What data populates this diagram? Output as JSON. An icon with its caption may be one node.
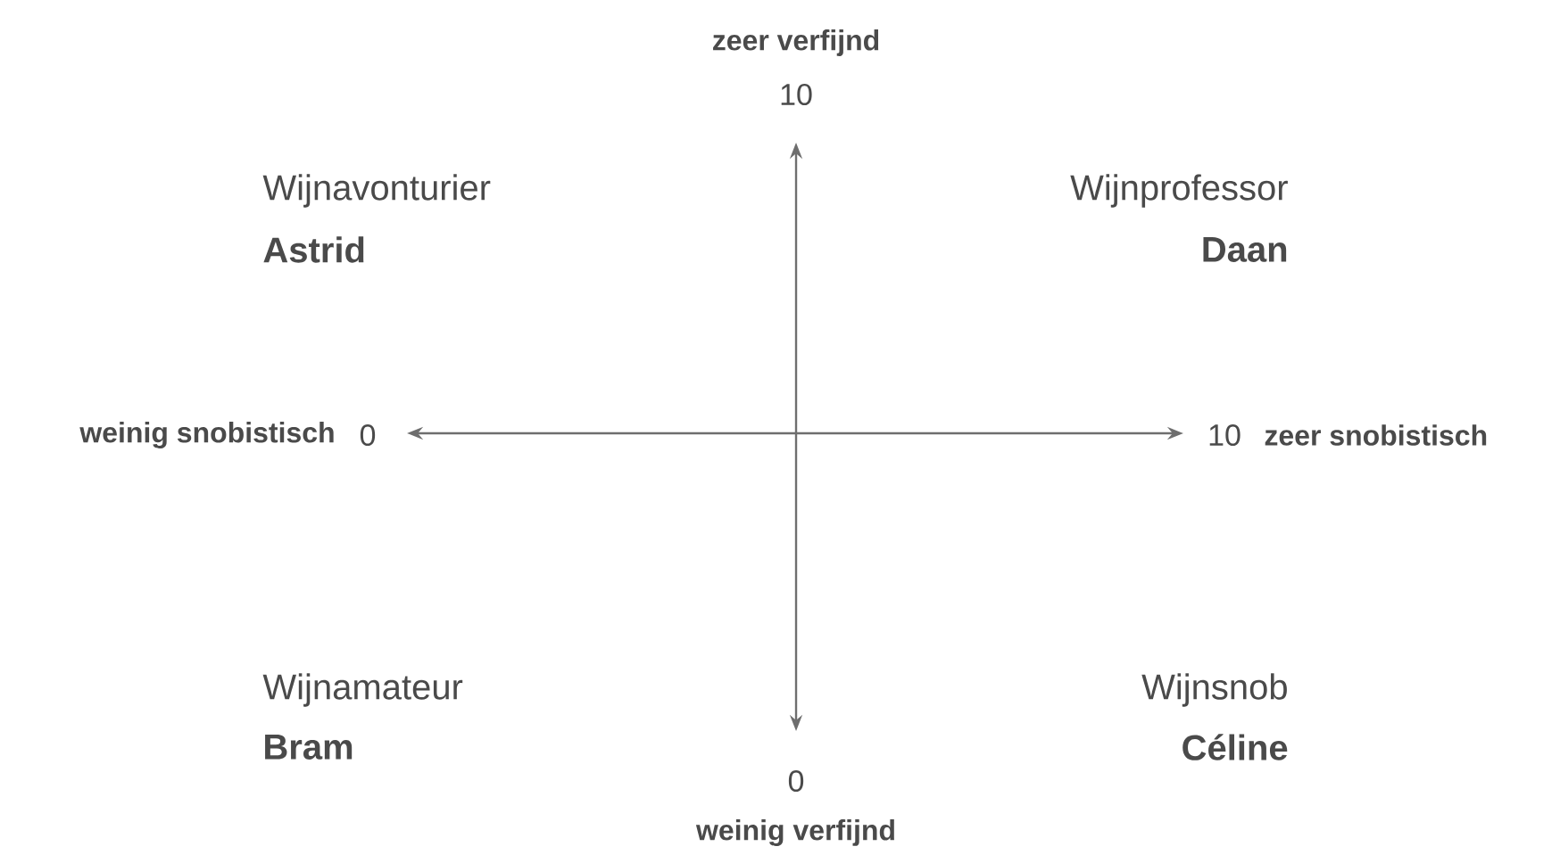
{
  "diagram": {
    "labels": [
      "zeer verfijnd",
      "10",
      "Wijnavonturier",
      "Astrid",
      "Wijnprofessor",
      "Daan",
      "weinig snobistisch",
      "0",
      "10",
      "zeer snobistisch",
      "Wijnamateur",
      "Bram",
      "Wijnsnob",
      "Céline",
      "0",
      "weinig verfijnd"
    ]
  }
}
